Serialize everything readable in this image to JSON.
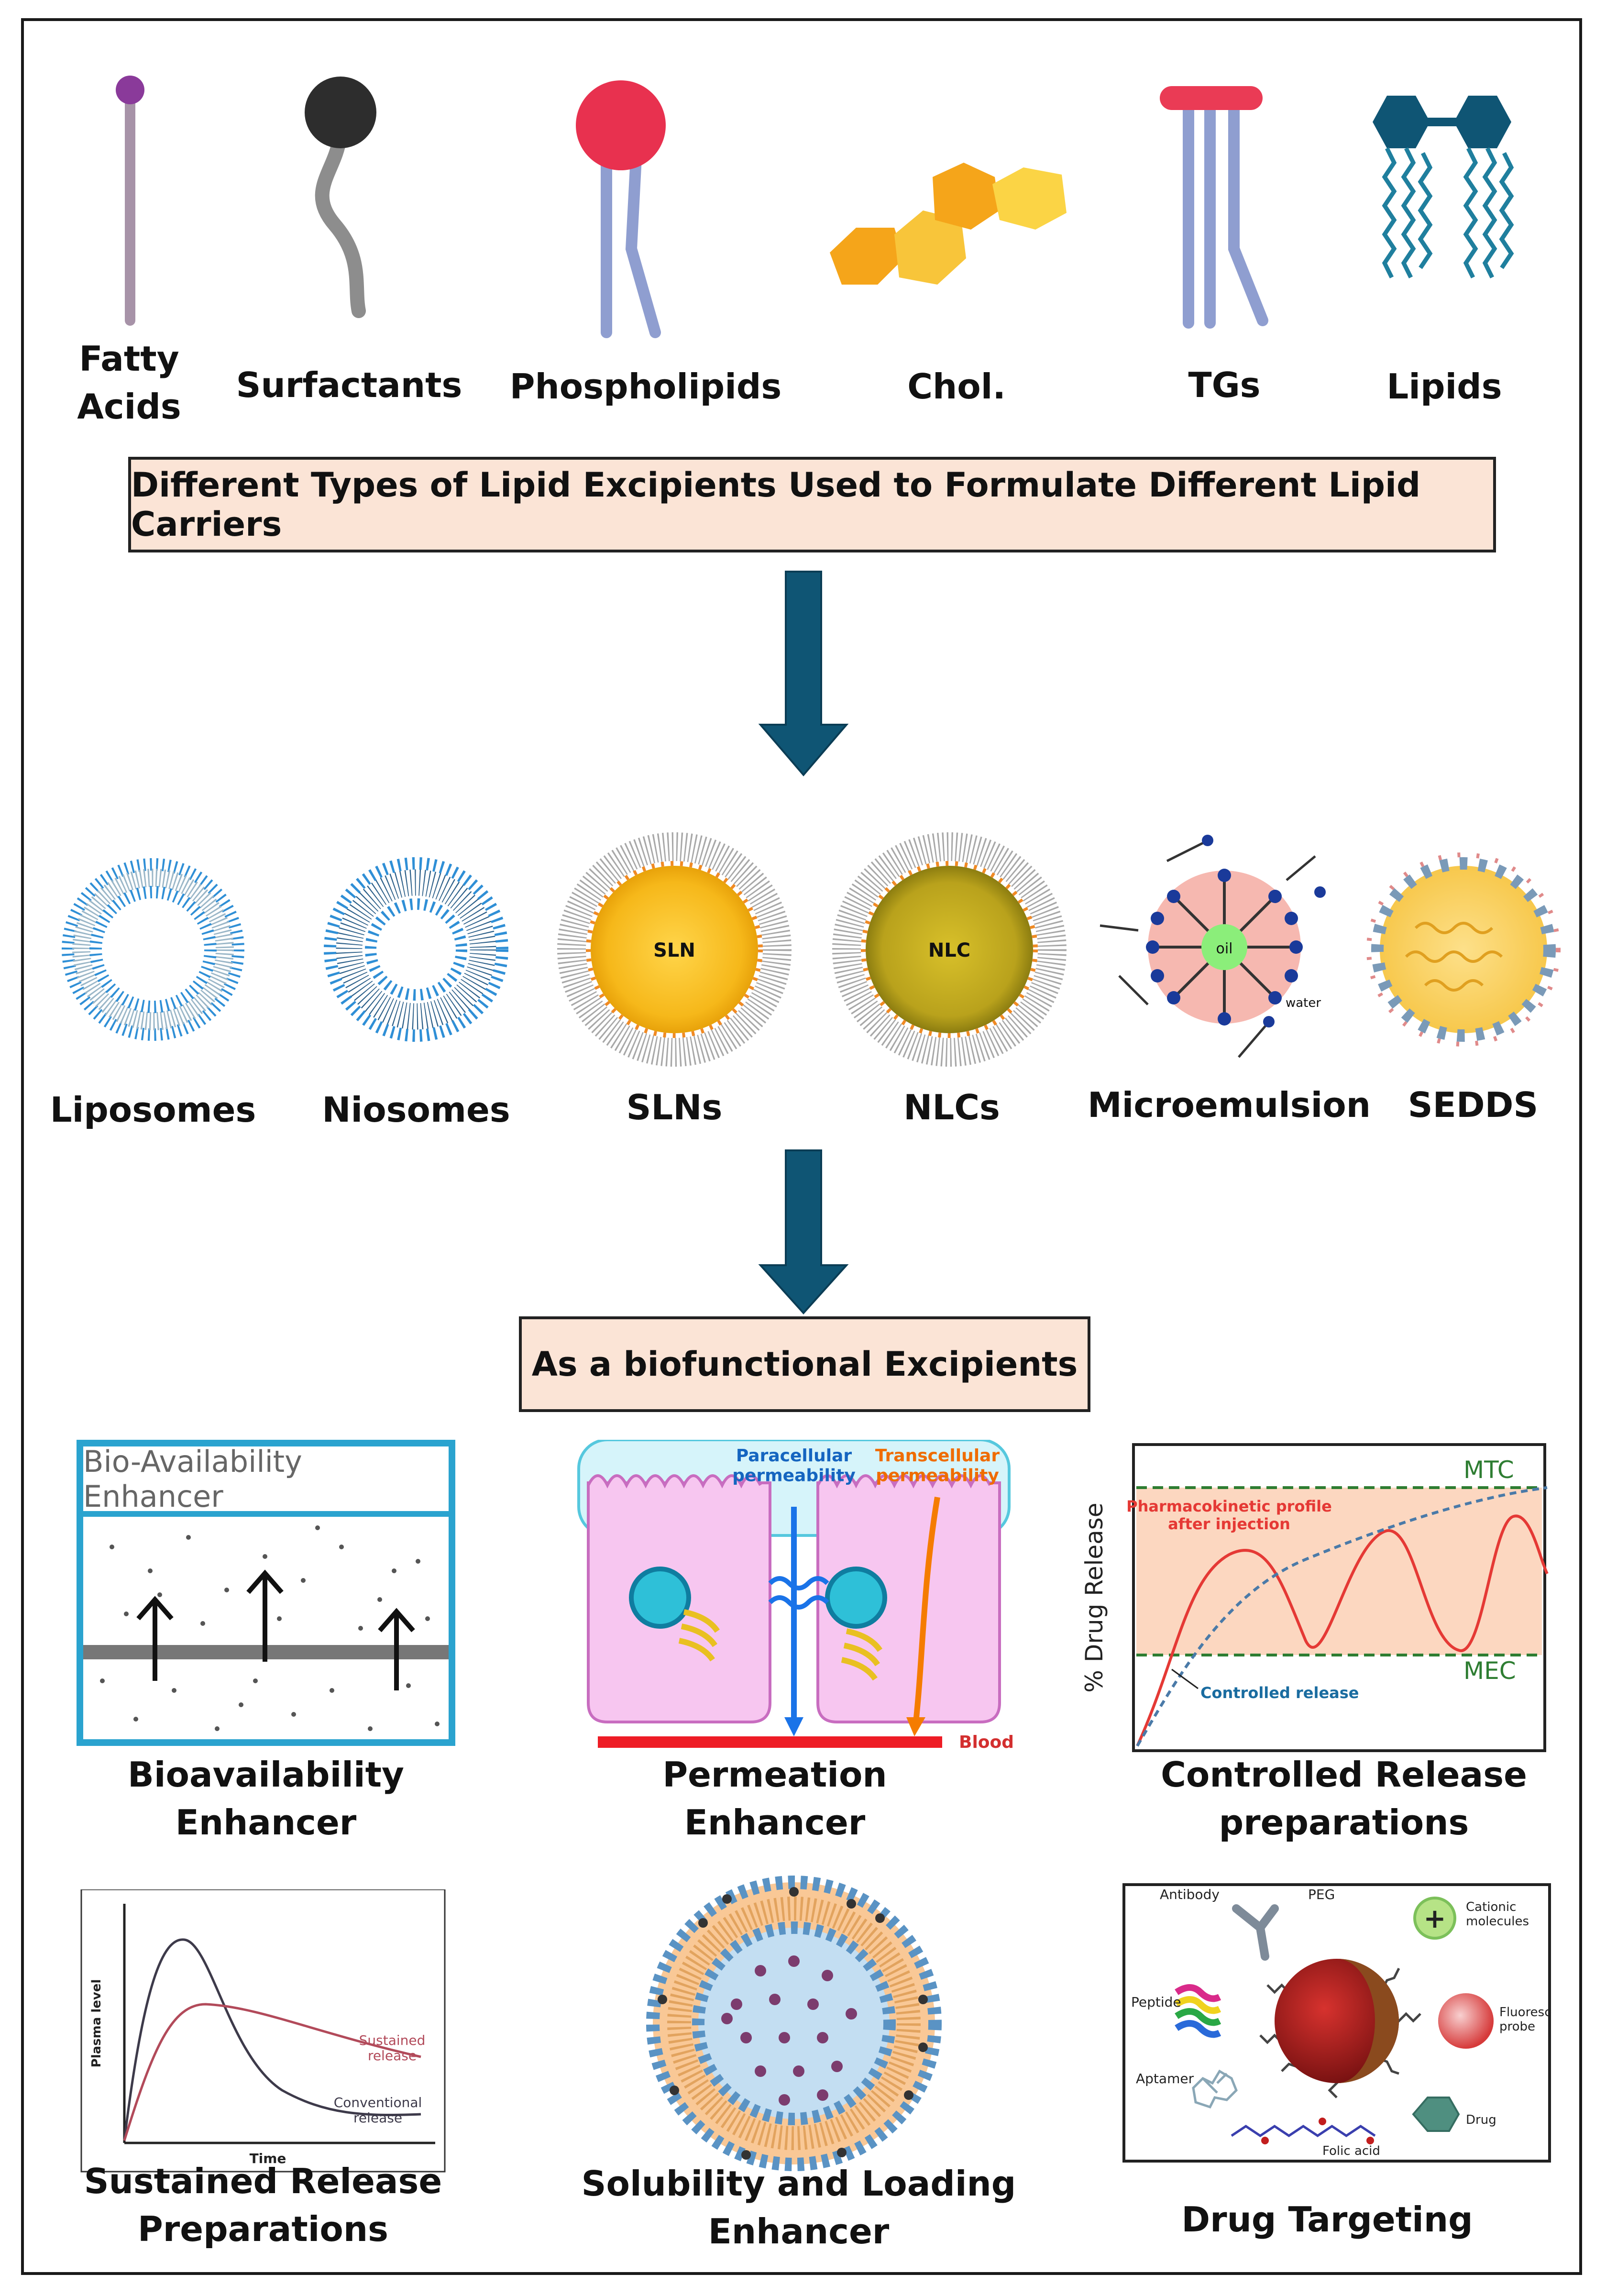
{
  "row1": {
    "fatty_acids": "Fatty\nAcids",
    "surfactants": "Surfactants",
    "phospholipids": "Phospholipids",
    "chol": "Chol.",
    "tgs": "TGs",
    "lipids": "Lipids"
  },
  "header1": "Different Types of Lipid Excipients Used to Formulate Different Lipid Carriers",
  "row2": {
    "liposomes": "Liposomes",
    "niosomes": "Niosomes",
    "slns": "SLNs",
    "nlcs": "NLCs",
    "microemulsion": "Microemulsion",
    "sedds": "SEDDS",
    "sln_core": "SLN",
    "nlc_core": "NLC",
    "oil": "oil",
    "water": "water"
  },
  "header2": "As a biofunctional Excipients",
  "panels": {
    "bio_header": "Bio-Availability Enhancer",
    "bio_caption": "Bioavailability\nEnhancer",
    "perm_paracellular": "Paracellular\npermeability",
    "perm_transcellular": "Transcellular\npermeability",
    "perm_blood": "Blood",
    "perm_caption": "Permeation\nEnhancer",
    "cr_ylabel": "% Drug Release",
    "cr_mtc": "MTC",
    "cr_mec": "MEC",
    "cr_pk": "Pharmacokinetic profile\nafter injection",
    "cr_controlled": "Controlled release",
    "cr_caption": "Controlled Release\npreparations",
    "sr_ylabel": "Plasma level",
    "sr_xlabel": "Time",
    "sr_sustained": "Sustained\nrelease",
    "sr_conventional": "Conventional\nrelease",
    "sr_caption": "Sustained Release\nPreparations",
    "sol_caption": "Solubility and Loading\nEnhancer",
    "dt_antibody": "Antibody",
    "dt_peg": "PEG",
    "dt_cationic": "Cationic\nmolecules",
    "dt_peptide": "Peptide",
    "dt_fluorescent": "Fluorescent\nprobe",
    "dt_aptamer": "Aptamer",
    "dt_drug": "Drug",
    "dt_folic": "Folic acid",
    "dt_caption": "Drug Targeting"
  },
  "colors": {
    "arrow": "#0f5574",
    "header_fill": "#fbe4d6",
    "bio_border": "#2aa3cf",
    "mtc_mec_line": "#2e7d32",
    "pk_curve": "#e53935",
    "controlled_curve": "#4a7aa8"
  }
}
